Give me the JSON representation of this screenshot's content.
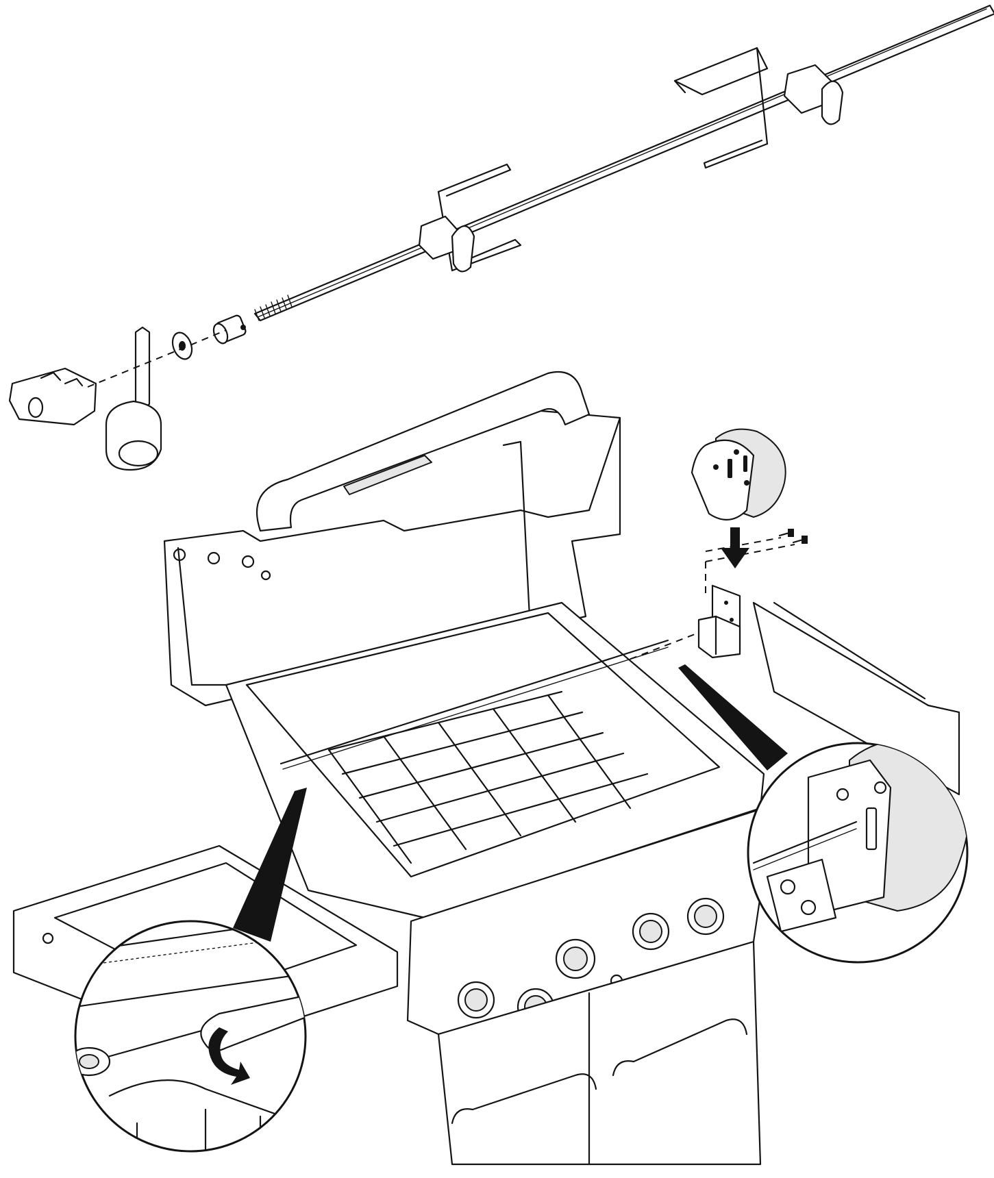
{
  "diagram": {
    "kind": "exploded-assembly-illustration",
    "printed_text": [],
    "parts": [
      "rotisserie-spit-rod",
      "meat-fork-rear",
      "meat-fork-front",
      "counterbalance-weight",
      "spit-handle",
      "washer",
      "bushing-collar",
      "rotisserie-motor",
      "motor-mounting-bracket",
      "mounting-screws",
      "gas-grill"
    ],
    "callouts": [
      "detail-inset-handle-tightening",
      "detail-inset-motor-attachment"
    ],
    "colors": {
      "line": "#141414",
      "fill": "#ffffff",
      "shade": "#e6e6e6"
    }
  }
}
